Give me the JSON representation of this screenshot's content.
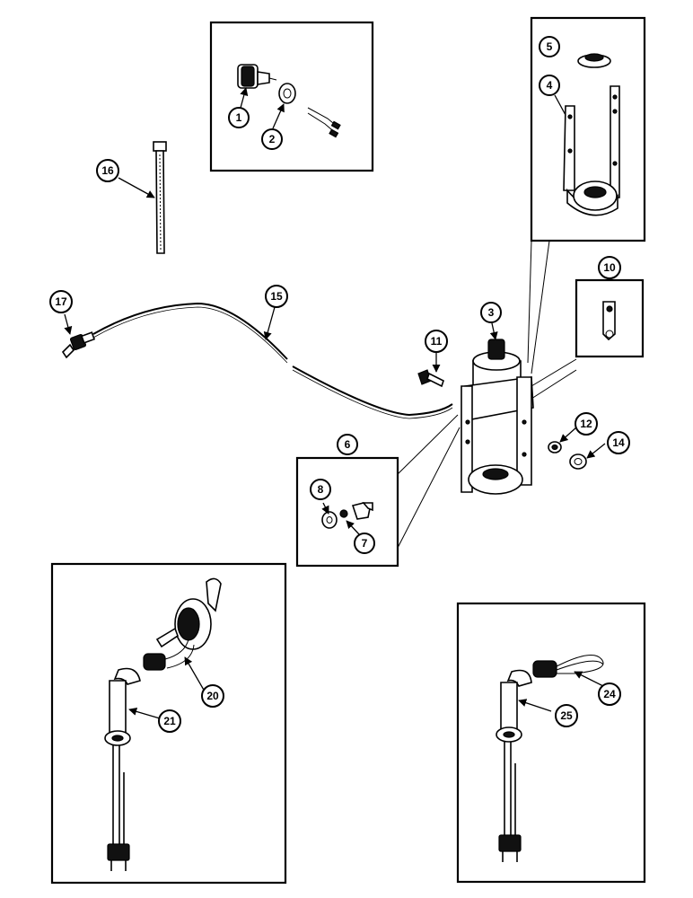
{
  "callouts": {
    "c1": "1",
    "c2": "2",
    "c3": "3",
    "c4": "4",
    "c5": "5",
    "c6": "6",
    "c7": "7",
    "c8": "8",
    "c10": "10",
    "c11": "11",
    "c12": "12",
    "c14": "14",
    "c15": "15",
    "c16": "16",
    "c17": "17",
    "c20": "20",
    "c21": "21",
    "c24": "24",
    "c25": "25"
  }
}
